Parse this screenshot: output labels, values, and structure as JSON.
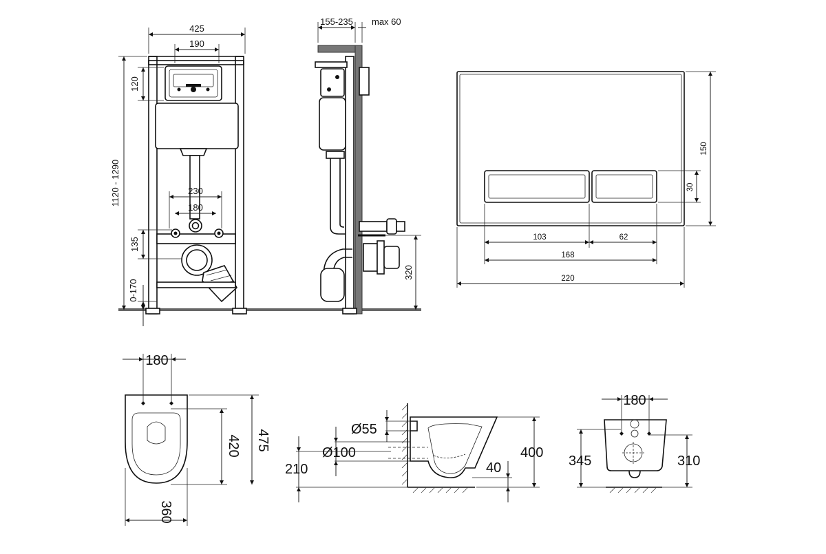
{
  "frame_front": {
    "width_total": "425",
    "width_top": "190",
    "height_top": "120",
    "height_total": "1120 - 1290",
    "width_bolts": "230",
    "width_pipes": "180",
    "height_bolts": "135",
    "height_feet": "0-170"
  },
  "frame_side": {
    "depth": "155-235",
    "max_depth": "max 60",
    "height_outlet": "320"
  },
  "flush_plate": {
    "height": "150",
    "button_height": "30",
    "button_left_width": "103",
    "button_right_width": "62",
    "buttons_width": "168",
    "width": "220"
  },
  "toilet_top": {
    "bolt_spacing": "180",
    "length_inner": "420",
    "length_total": "475",
    "width": "360"
  },
  "toilet_side": {
    "inlet_diameter": "Ø55",
    "outlet_diameter": "Ø100",
    "outlet_height": "210",
    "height": "400",
    "rim_offset": "40"
  },
  "toilet_back": {
    "bolt_spacing": "180",
    "height_upper": "345",
    "height_lower": "310"
  }
}
